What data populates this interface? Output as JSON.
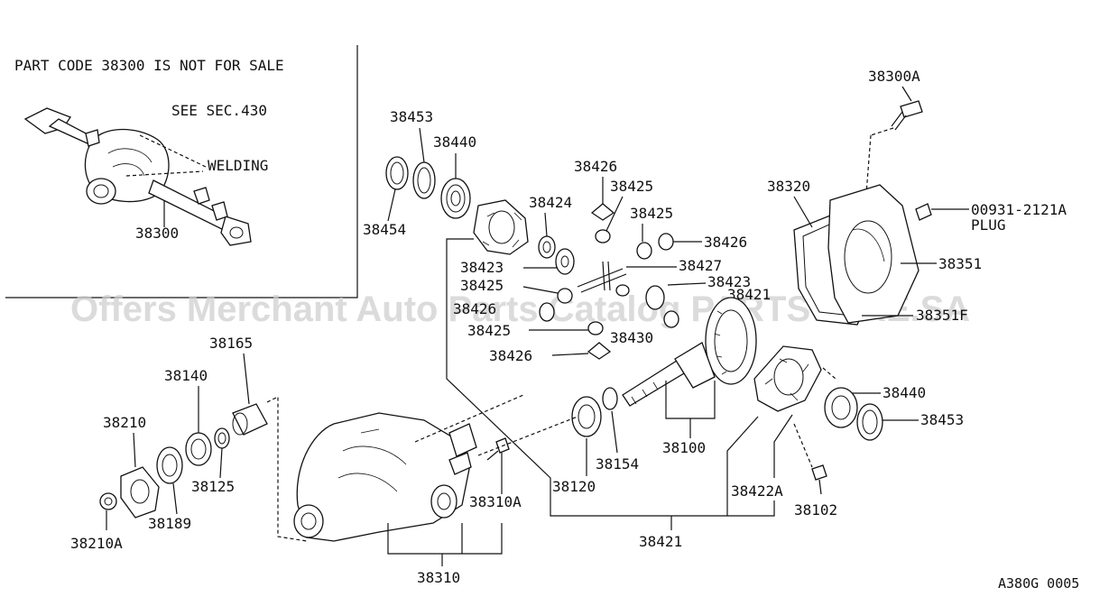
{
  "watermark": "Offers Merchant Auto Parts Catalog PARTSTORE.SA",
  "inset": {
    "note_line1": "PART CODE 38300 IS NOT FOR SALE",
    "note_line2": "SEE SEC.430",
    "welding_label": "WELDING",
    "axle_label": "38300"
  },
  "labels": {
    "p38300A": "38300A",
    "p00931": "00931-2121A",
    "plug": "PLUG",
    "p38320": "38320",
    "p38351": "38351",
    "p38351F": "38351F",
    "p38453_top": "38453",
    "p38440_top": "38440",
    "p38454": "38454",
    "p38426_a": "38426",
    "p38425_a": "38425",
    "p38424": "38424",
    "p38425_b": "38425",
    "p38426_b": "38426",
    "p38423_a": "38423",
    "p38427": "38427",
    "p38425_c": "38425",
    "p38423_b": "38423",
    "p38421_top": "38421",
    "p38426_c": "38426",
    "p38425_d": "38425",
    "p38430": "38430",
    "p38426_d": "38426",
    "p38165": "38165",
    "p38140": "38140",
    "p38210": "38210",
    "p38125": "38125",
    "p38189": "38189",
    "p38210A": "38210A",
    "p38120": "38120",
    "p38154": "38154",
    "p38100": "38100",
    "p38440_bot": "38440",
    "p38453_bot": "38453",
    "p38422A": "38422A",
    "p38102": "38102",
    "p38310A": "38310A",
    "p38310": "38310",
    "p38421_bot": "38421",
    "diagram_code": "A380G 0005"
  }
}
